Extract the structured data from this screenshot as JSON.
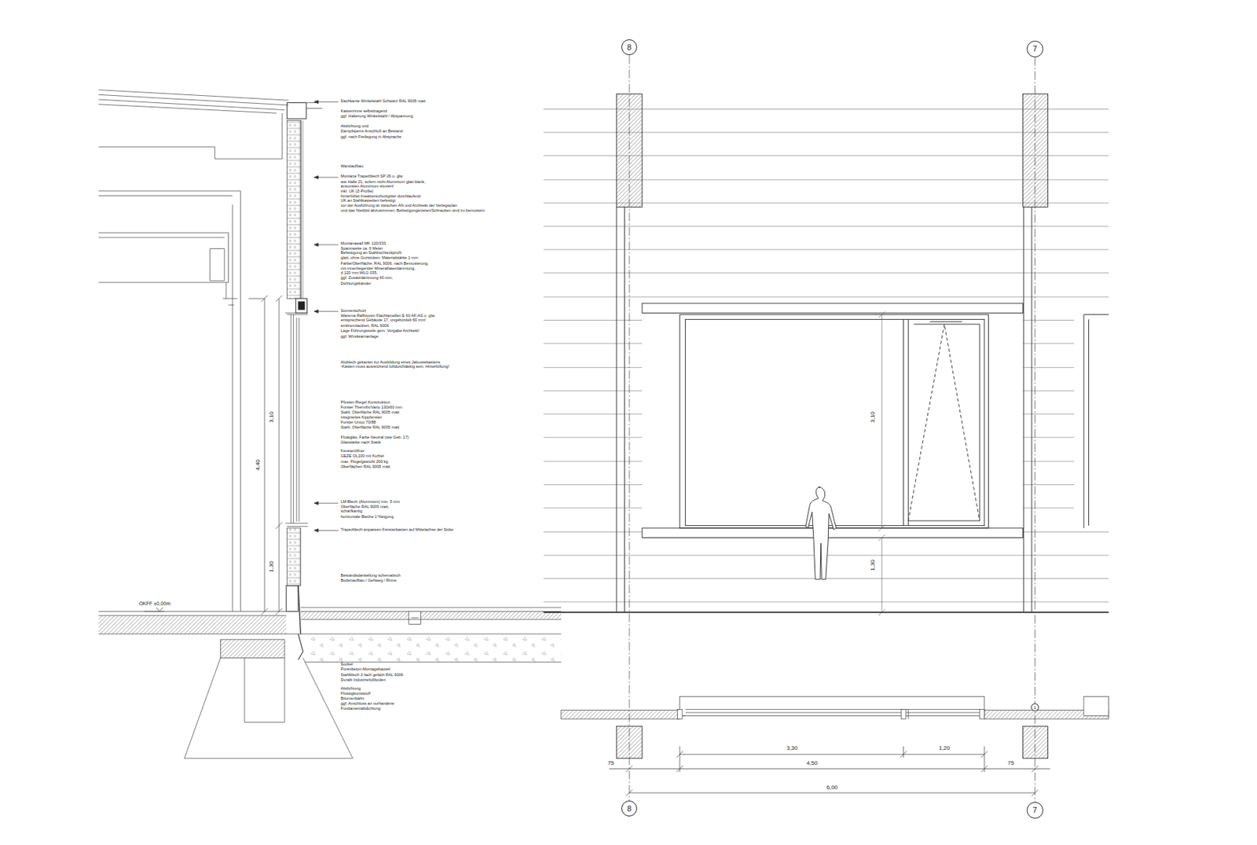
{
  "diagram": {
    "nodes": [
      {
        "text": [
          "8"
        ]
      },
      {
        "text": [
          "7"
        ]
      },
      {
        "text": [
          "8"
        ]
      },
      {
        "text": [
          "7"
        ]
      },
      {
        "text": [
          "1"
        ]
      }
    ],
    "edges": [
      {
        "from": 0,
        "to": 2,
        "arrow": "none"
      },
      {
        "from": 1,
        "to": 3,
        "arrow": "none"
      }
    ],
    "labels": [
      "Dachkante Winkelstahl Schwarz RAL 9005 matt",
      "Kastenrinne selbsttragend",
      "ggf. Halterung Winkelstahl / Abspannung",
      "Abdichtung und",
      "Dampfsperre Anschluß an Bestand",
      "ggf. nach Freilegung in Absprache",
      "Wandaufbau",
      "Montana Trapezblech SP 26 o. glw",
      "wie Halle 21, sofern nicht Aluminium glatt blank,",
      "ansonsten Aluminium eloxiert!",
      "inkl. UK (Z-Profile)",
      "hinterlüftet-Insektenschutzgitter durchlaufend",
      "UK an Stahlkassetten befestigt",
      "vor der Ausführung ist zwischen AN und Architekt  der Verlegeplan",
      "und das Nietbild abzustimmen; Befestigungsnieten/Schrauben sind zu bemustern",
      "Montanawall MK 120/333",
      "Spannweite ca. 6 Meter",
      "Befestigung an Stahlrechteckprofil",
      "glatt, ohne Gurtsicken; Materialstärke 1 mm",
      "Farbe/Oberfläche: RAL 9006, nach Bemusterung,",
      "mit innenliegender Mineralfaserdämmung,",
      "d 120 mm;WLG 035,",
      "ggf. Zusatzdämmung 40 mm,",
      "Dichtungsbänder",
      "Sonnenschutz",
      "Warema Raffstoren Flachlamellen E 60 AF-AS o. glw.",
      "entsprechend Gebäude 17, ungebördelt 60 mm!",
      "einbrennlackiert, RAL 9006",
      "Lage Führungsseile gem. Vorgabe Architekt!",
      "ggf. Windwarnanlage",
      "Alublech gekantet zur Ausbildung eines Jalousiekastens",
      "-Kasten muss ausreichend luftdurchlässig sein, Hinterlüftung!",
      "Pfosten Riegel Konstruktion",
      "Forster Thermfix/Vario 130x60 mm",
      "Stahl, Oberfläche RAL 9005 matt",
      "integriertes Kippfenster",
      "Forster Unico 70/88",
      "Stahl, Oberfläche RAL 9005 matt",
      "Floatglas, Farbe Neutral (wie Geb. 17)",
      "Glasstärke nach Statik",
      "Fensteröffner",
      "GEZE OL100 mit Kurbel",
      "max. Flügelgewicht 200 kg",
      "Oberflächen RAL 9005 matt",
      "LM-Blech (Aluminium) min. 5 mm",
      "Oberfläche RAL 9005 matt,",
      "scharfkantig",
      "horizontale Bleche 1°Neigung",
      "Trapezblech anpassen-Fensterkasten auf Mittelachse der Sicke",
      "Bestandsdarstellung schematisch",
      "Bodenaufbau / Gehweg / Rinne",
      "Sockel",
      "Porenbeton-Montagebauteil",
      "Stahlblech 2-fach gefalzt RAL 9006",
      "Duralit Industriefußboden",
      "Abdichtung",
      "Flüssigkunststoff",
      "Bitumenbahn",
      "ggf. Anschluss an vorhandene",
      "Fundamentabdichtung",
      "3,10",
      "4,40",
      "1,30",
      "OKFF ±0,00m",
      "3,10",
      "1,30",
      "3,30",
      "1,20",
      "75",
      "4,50",
      "75",
      "6,00"
    ]
  }
}
